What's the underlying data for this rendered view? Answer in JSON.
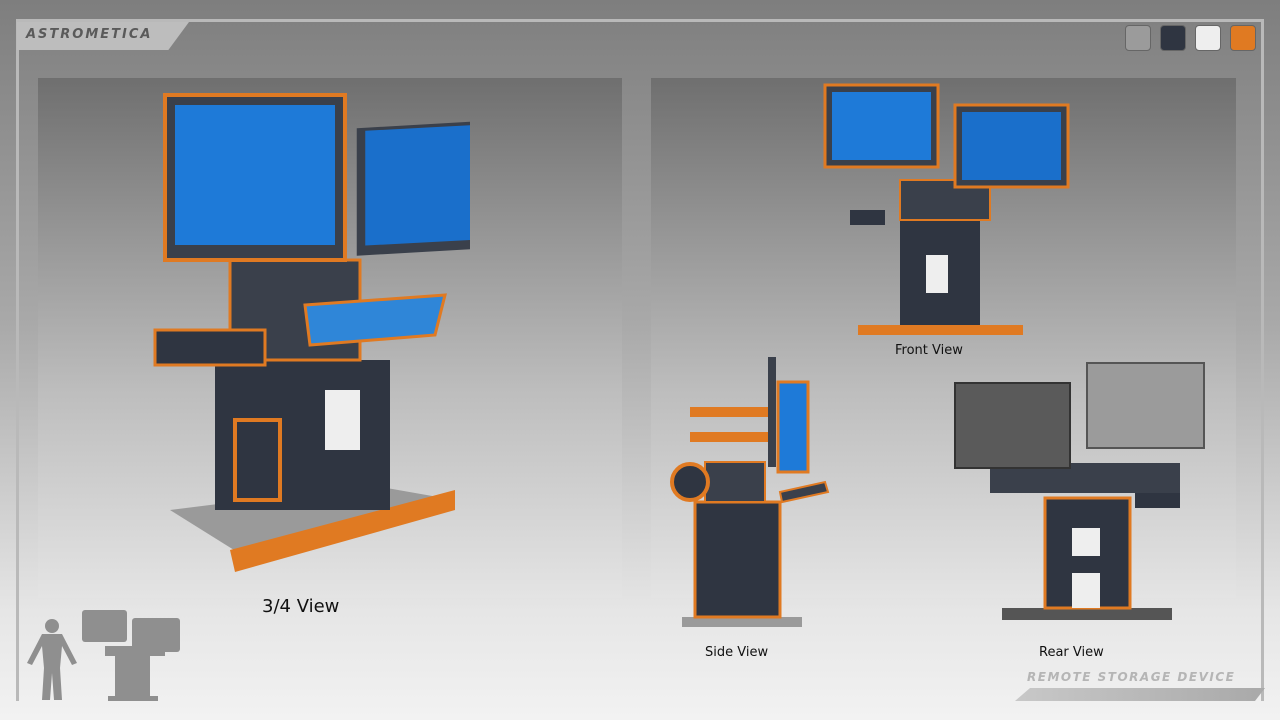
{
  "header": {
    "title": "ASTROMETICA"
  },
  "palette": {
    "swatches": [
      "#9b9b9b",
      "#2f3541",
      "#eeeeee",
      "#e07a22"
    ]
  },
  "views": [
    {
      "label": "3/4 View"
    },
    {
      "label": "Front View"
    },
    {
      "label": "Side View"
    },
    {
      "label": "Rear View"
    }
  ],
  "footer": {
    "subtitle": "REMOTE STORAGE DEVICE"
  }
}
